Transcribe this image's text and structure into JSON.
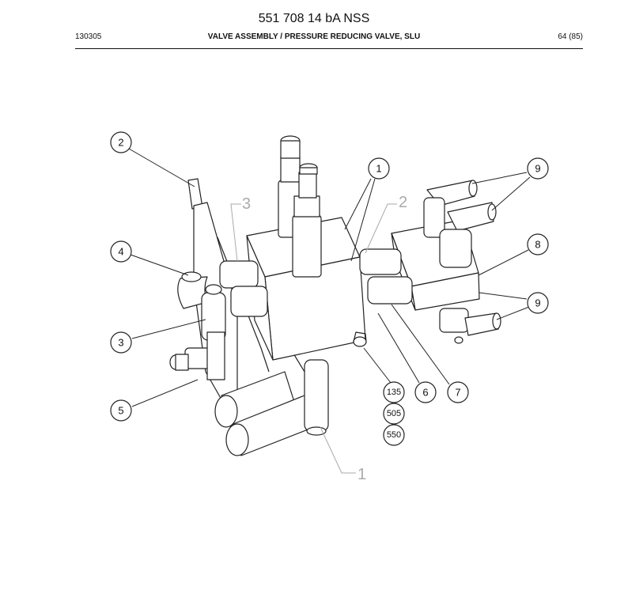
{
  "header": {
    "title": "551 708 14 bA NSS",
    "doc_code": "130305",
    "section_title": "VALVE ASSEMBLY / PRESSURE REDUCING VALVE, SLU",
    "page_indicator": "64 (85)"
  },
  "drawing": {
    "callouts": [
      "1",
      "2",
      "3",
      "4",
      "5",
      "6",
      "7",
      "8",
      "9",
      "9",
      "135",
      "505",
      "550"
    ],
    "ghost_labels": [
      "3",
      "2",
      "1"
    ]
  }
}
